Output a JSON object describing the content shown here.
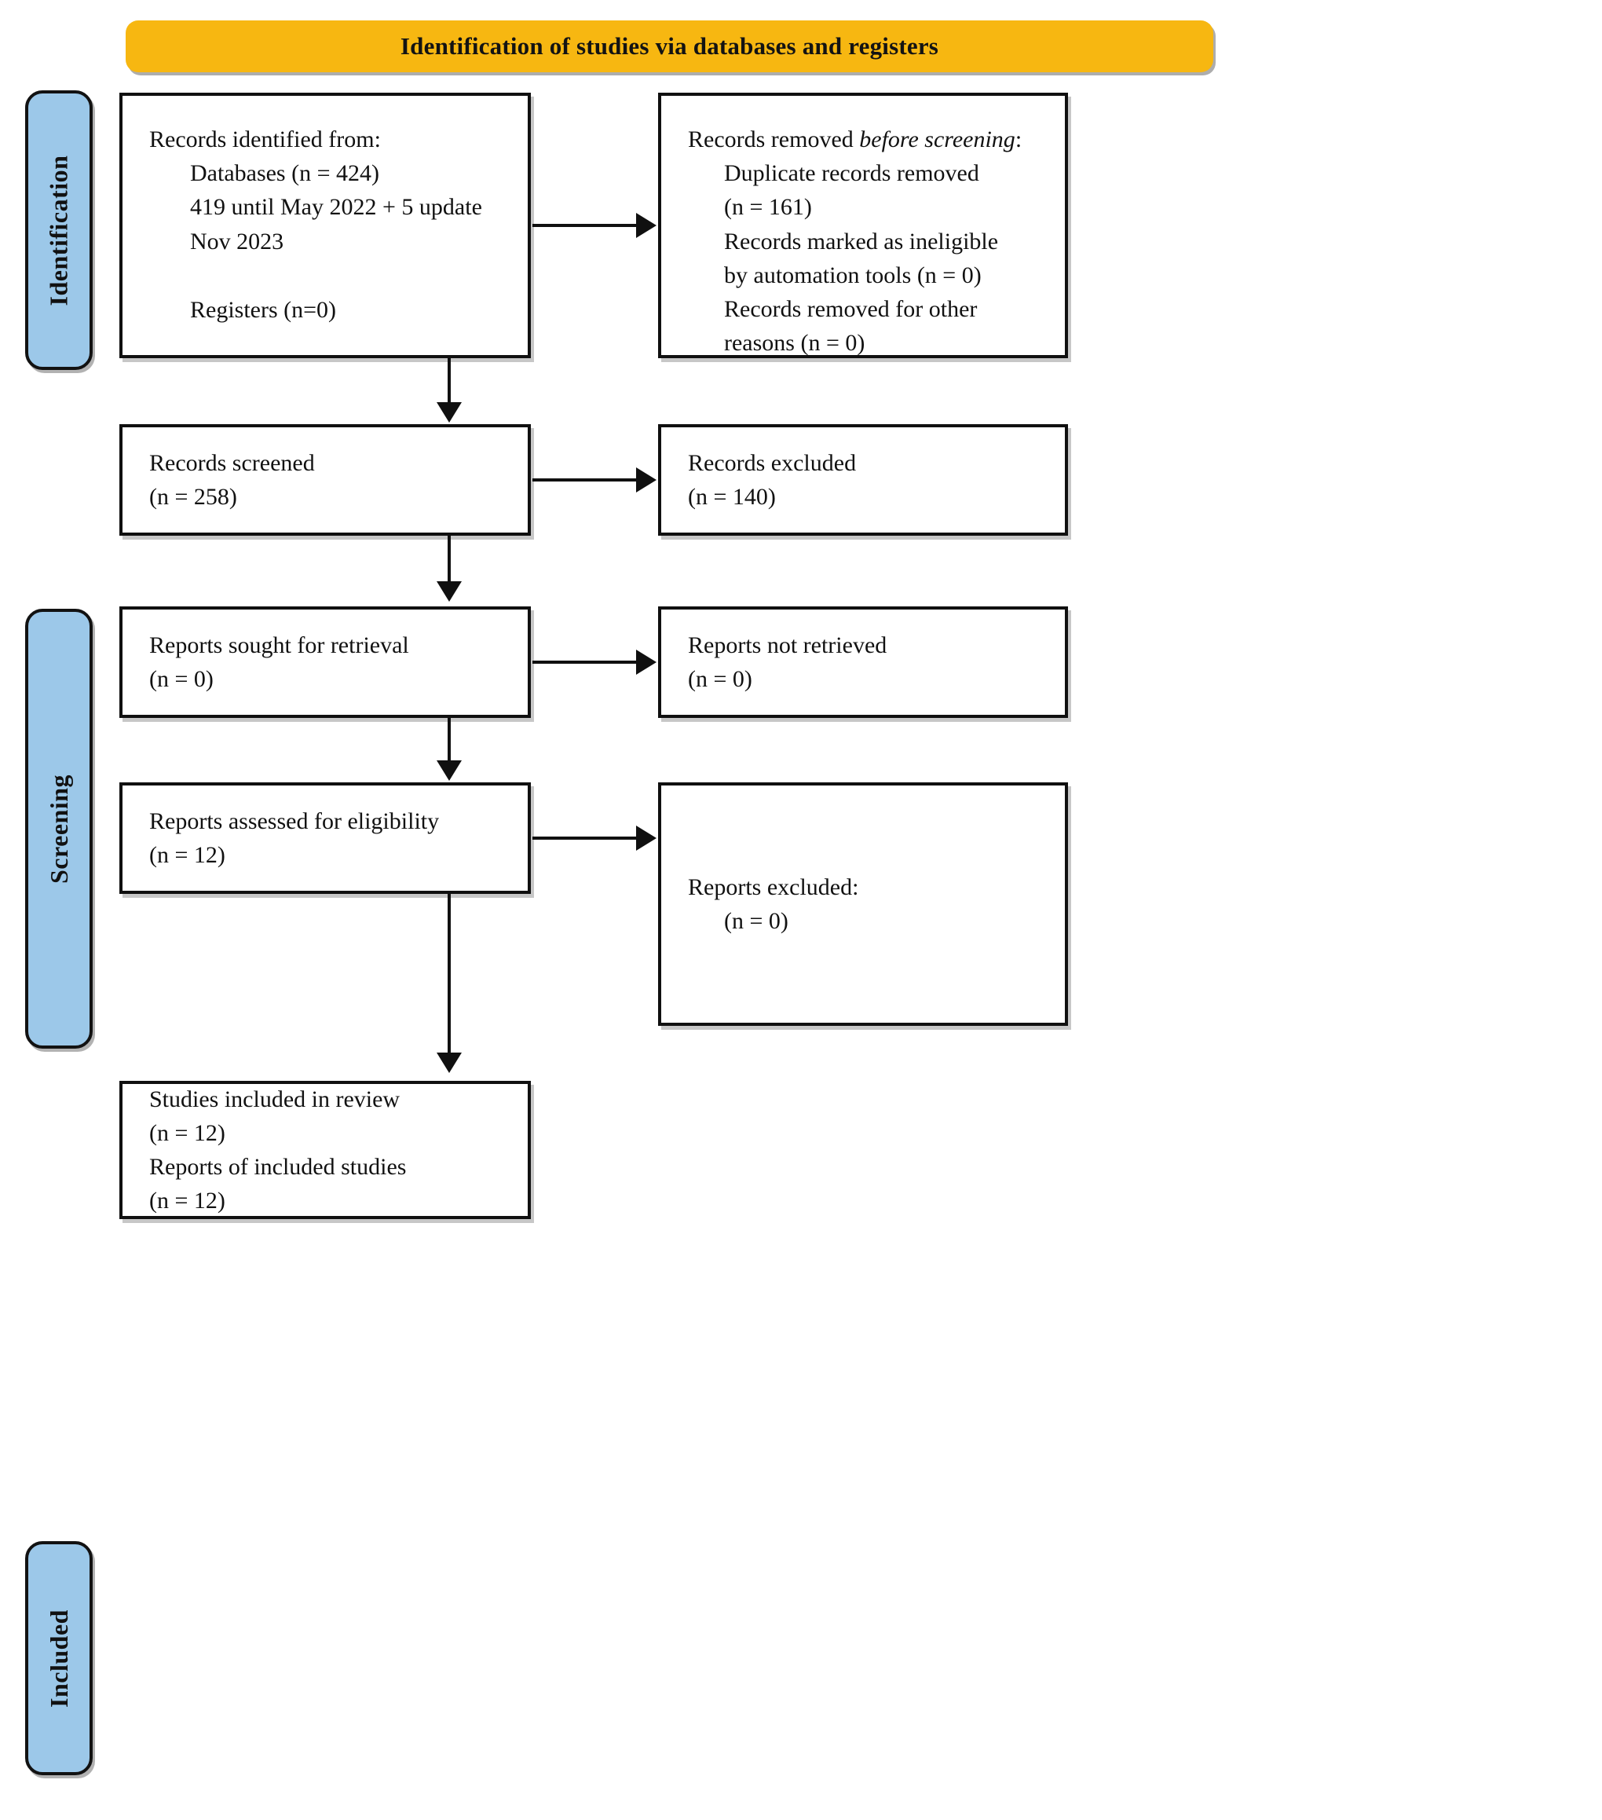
{
  "banner": {
    "title": "Identification of studies via databases and registers",
    "color": "#F7B711"
  },
  "stages": {
    "color": "#9CC8E9",
    "identification": "Identification",
    "screening": "Screening",
    "included": "Included"
  },
  "boxes": {
    "identified": {
      "l1": "Records identified from:",
      "l2": "Databases (n = 424)",
      "l3": "419 until May 2022 + 5 update",
      "l4": "Nov 2023",
      "l5": "Registers (n=0)"
    },
    "removed": {
      "l1a": "Records removed ",
      "l1b": "before screening",
      "l1c": ":",
      "l2": "Duplicate records removed",
      "l3": "(n = 161)",
      "l4": "Records marked as ineligible",
      "l5": "by automation tools (n = 0)",
      "l6": "Records removed for other",
      "l7": "reasons (n = 0)"
    },
    "screened": {
      "l1": "Records screened",
      "l2": "(n = 258)"
    },
    "excluded_records": {
      "l1": "Records excluded",
      "l2": "(n = 140)"
    },
    "sought": {
      "l1": "Reports sought for retrieval",
      "l2": "(n = 0)"
    },
    "not_retrieved": {
      "l1": "Reports not retrieved",
      "l2": "(n = 0)"
    },
    "assessed": {
      "l1": "Reports assessed for eligibility",
      "l2": "(n = 12)"
    },
    "reports_excluded": {
      "l1": "Reports excluded:",
      "l2": "(n = 0)"
    },
    "included": {
      "l1": "Studies included in review",
      "l2": "(n = 12)",
      "l3": "Reports of included studies",
      "l4": "(n = 12)"
    }
  }
}
